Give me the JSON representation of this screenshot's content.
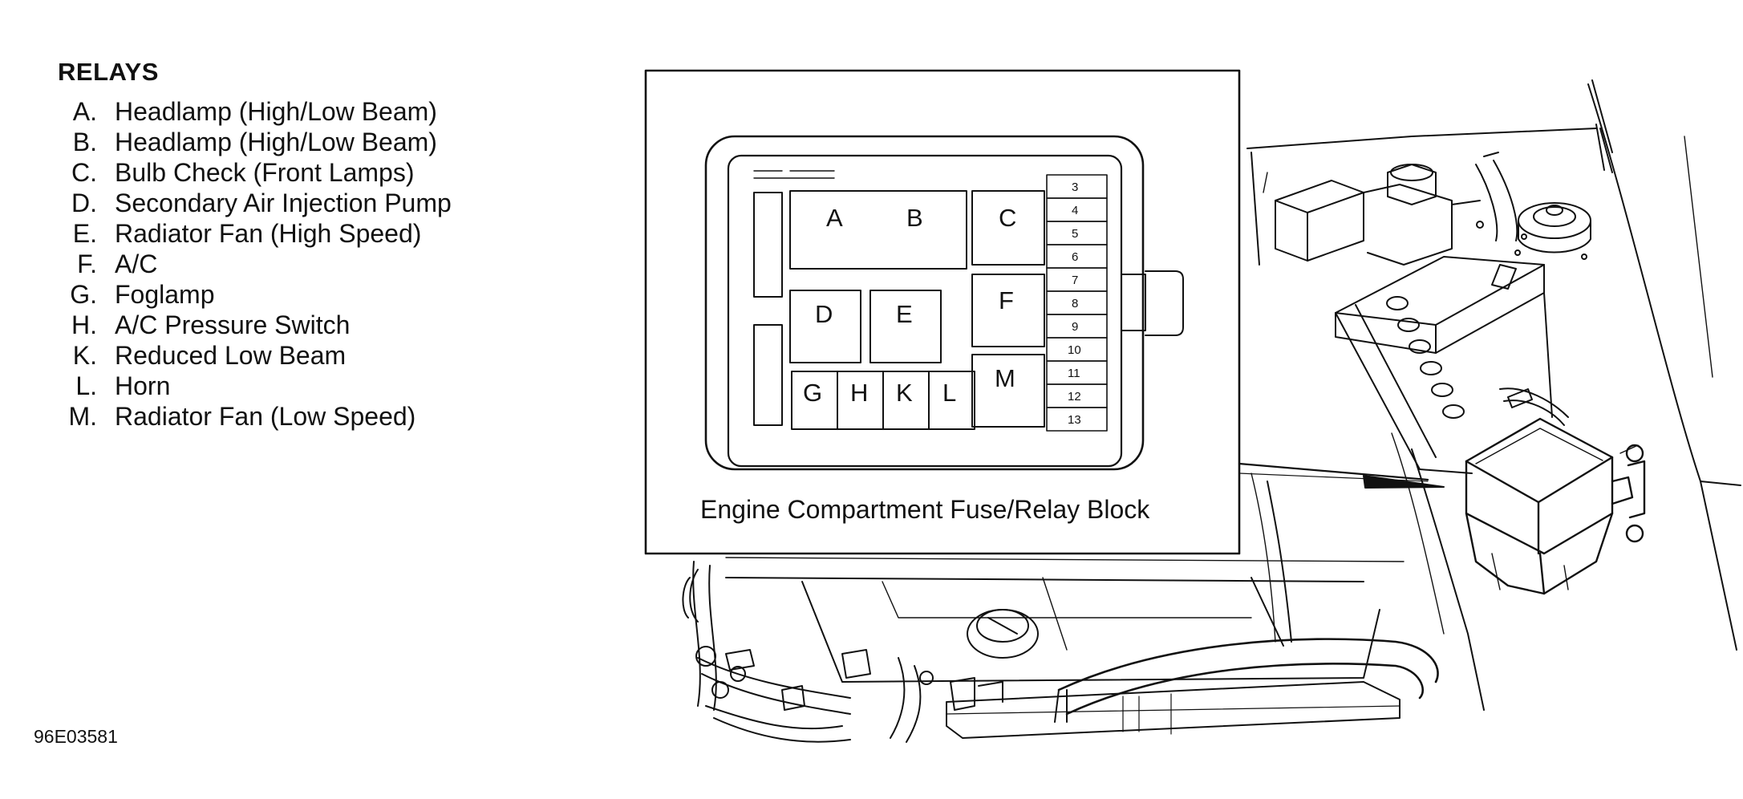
{
  "legend": {
    "title": "RELAYS",
    "items": [
      {
        "letter": "A.",
        "label": "Headlamp (High/Low Beam)"
      },
      {
        "letter": "B.",
        "label": "Headlamp (High/Low Beam)"
      },
      {
        "letter": "C.",
        "label": "Bulb Check (Front Lamps)"
      },
      {
        "letter": "D.",
        "label": "Secondary Air Injection Pump"
      },
      {
        "letter": "E.",
        "label": "Radiator Fan (High Speed)"
      },
      {
        "letter": "F.",
        "label": "A/C"
      },
      {
        "letter": "G.",
        "label": "Foglamp"
      },
      {
        "letter": "H.",
        "label": "A/C Pressure Switch"
      },
      {
        "letter": "K.",
        "label": "Reduced Low Beam"
      },
      {
        "letter": "L.",
        "label": "Horn"
      },
      {
        "letter": "M.",
        "label": "Radiator Fan (Low Speed)"
      }
    ]
  },
  "relays": {
    "A": "A",
    "B": "B",
    "C": "C",
    "D": "D",
    "E": "E",
    "F": "F",
    "G": "G",
    "H": "H",
    "K": "K",
    "L": "L",
    "M": "M"
  },
  "fuses": [
    "3",
    "4",
    "5",
    "6",
    "7",
    "8",
    "9",
    "10",
    "11",
    "12",
    "13"
  ],
  "inset_caption": "Engine Compartment Fuse/Relay Block",
  "figure_id": "96E03581"
}
